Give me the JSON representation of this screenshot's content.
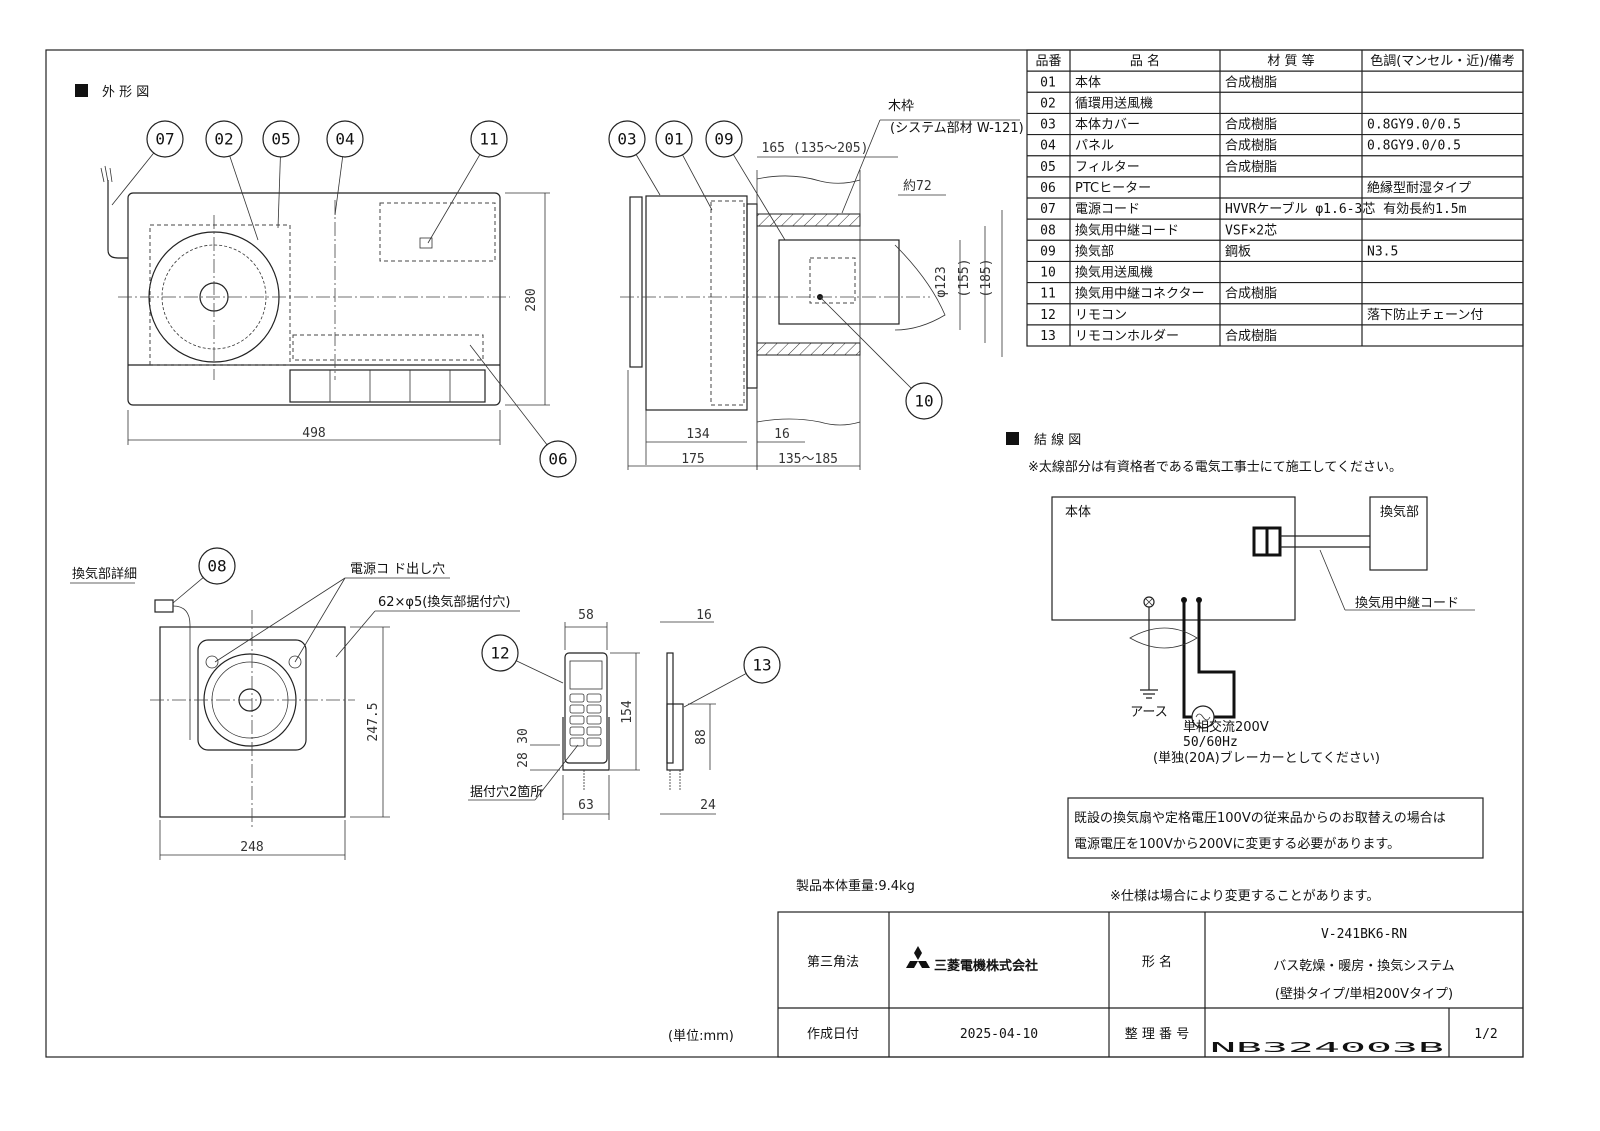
{
  "sections": {
    "outline": "外 形 図",
    "wiring": "結 線 図",
    "vent_detail": "換気部詳細"
  },
  "parts_table": {
    "headers": [
      "品番",
      "品 名",
      "材 質 等",
      "色調(マンセル・近)/備考"
    ],
    "rows": [
      [
        "01",
        "本体",
        "合成樹脂",
        ""
      ],
      [
        "02",
        "循環用送風機",
        "",
        ""
      ],
      [
        "03",
        "本体カバー",
        "合成樹脂",
        "0.8GY9.0/0.5"
      ],
      [
        "04",
        "パネル",
        "合成樹脂",
        "0.8GY9.0/0.5"
      ],
      [
        "05",
        "フィルター",
        "合成樹脂",
        ""
      ],
      [
        "06",
        "PTCヒーター",
        "",
        "絶縁型耐湿タイプ"
      ],
      [
        "07",
        "電源コード",
        "HVVRケーブル φ1.6-3芯 有効長約1.5m",
        ""
      ],
      [
        "08",
        "換気用中継コード",
        "VSF×2芯",
        ""
      ],
      [
        "09",
        "換気部",
        "鋼板",
        "N3.5"
      ],
      [
        "10",
        "換気用送風機",
        "",
        ""
      ],
      [
        "11",
        "換気用中継コネクター",
        "合成樹脂",
        ""
      ],
      [
        "12",
        "リモコン",
        "",
        "落下防止チェーン付"
      ],
      [
        "13",
        "リモコンホルダー",
        "合成樹脂",
        ""
      ]
    ]
  },
  "balloons": {
    "b07": "07",
    "b02": "02",
    "b05": "05",
    "b04": "04",
    "b11": "11",
    "b03": "03",
    "b01": "01",
    "b09": "09",
    "b10": "10",
    "b06": "06",
    "b08": "08",
    "b12": "12",
    "b13": "13"
  },
  "dimensions": {
    "front_width": "498",
    "front_height": "280",
    "side_body": "134",
    "side_total": "175",
    "side_16": "16",
    "wall_range": "135～185",
    "wall_top": "165 (135～205)",
    "approx72": "約72",
    "phi123": "φ123",
    "d155": "(155)",
    "d185": "(185)",
    "frame_label": "木枠",
    "frame_note": "(システム部材 W-121)",
    "vent_height": "247.5",
    "vent_width": "248",
    "cord_hole": "電源コ ド出し穴",
    "mount_holes": "62×φ5(換気部据付穴)",
    "remote_w": "58",
    "remote_h": "154",
    "remote_28": "28",
    "remote_30": "30",
    "remote_63": "63",
    "holder_16": "16",
    "holder_88": "88",
    "holder_24": "24",
    "remote_mount": "据付穴2箇所"
  },
  "wiring": {
    "note": "※太線部分は有資格者である電気工事士にて施工してください。",
    "body": "本体",
    "vent": "換気部",
    "relay_cord": "換気用中継コード",
    "earth": "アース",
    "supply1": "単相交流200V",
    "supply2": "50/60Hz",
    "supply3": "(単独(20A)ブレーカーとしてください)"
  },
  "notice": {
    "line1": "既設の換気扇や定格電圧100Vの従来品からのお取替えの場合は",
    "line2": "電源電圧を100Vから200Vに変更する必要があります。"
  },
  "weight": "製品本体重量:9.4kg",
  "spec_note": "※仕様は場合により変更することがあります。",
  "unit": "(単位:mm)",
  "title_block": {
    "projection": "第三角法",
    "company": "三菱電機株式会社",
    "model_label": "形 名",
    "model": "V-241BK6-RN",
    "product1": "バス乾燥・暖房・換気システム",
    "product2": "(壁掛タイプ/単相200Vタイプ)",
    "date_label": "作成日付",
    "date": "2025-04-10",
    "number_label": "整 理 番 号",
    "number": "NB324003B",
    "page": "1/2"
  }
}
